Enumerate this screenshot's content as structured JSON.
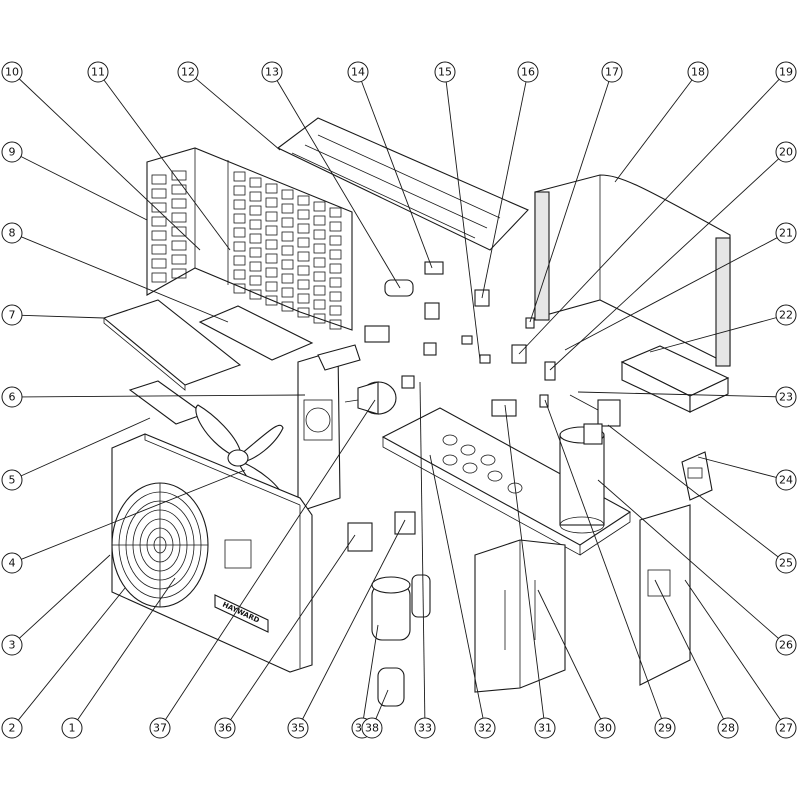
{
  "diagram": {
    "brand_text": "HAYWARD",
    "callouts": [
      {
        "label": "1"
      },
      {
        "label": "2"
      },
      {
        "label": "3"
      },
      {
        "label": "4"
      },
      {
        "label": "5"
      },
      {
        "label": "6"
      },
      {
        "label": "7"
      },
      {
        "label": "8"
      },
      {
        "label": "9"
      },
      {
        "label": "10"
      },
      {
        "label": "11"
      },
      {
        "label": "12"
      },
      {
        "label": "13"
      },
      {
        "label": "14"
      },
      {
        "label": "15"
      },
      {
        "label": "16"
      },
      {
        "label": "17"
      },
      {
        "label": "18"
      },
      {
        "label": "19"
      },
      {
        "label": "20"
      },
      {
        "label": "21"
      },
      {
        "label": "22"
      },
      {
        "label": "23"
      },
      {
        "label": "24"
      },
      {
        "label": "25"
      },
      {
        "label": "26"
      },
      {
        "label": "27"
      },
      {
        "label": "28"
      },
      {
        "label": "29"
      },
      {
        "label": "30"
      },
      {
        "label": "31"
      },
      {
        "label": "32"
      },
      {
        "label": "33"
      },
      {
        "label": "34"
      },
      {
        "label": "35"
      },
      {
        "label": "36"
      },
      {
        "label": "37"
      },
      {
        "label": "38"
      }
    ]
  }
}
